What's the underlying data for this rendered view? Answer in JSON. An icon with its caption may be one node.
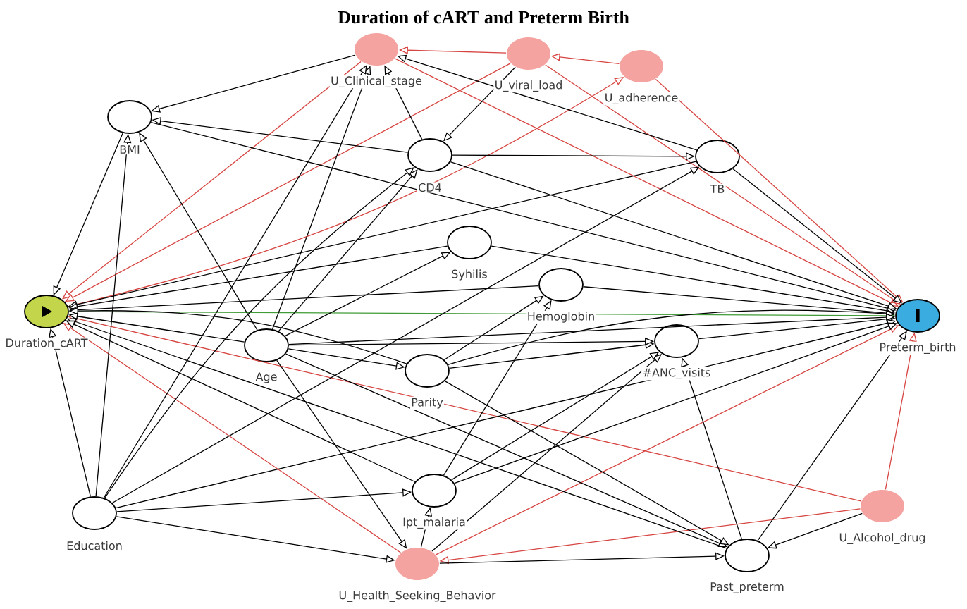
{
  "diagram": {
    "title": "Duration of cART and Preterm Birth",
    "nodes": [
      {
        "text": [],
        "shape": "ellipse",
        "beside": [
          "Duration_cART"
        ]
      },
      {
        "text": [],
        "shape": "ellipse",
        "beside": [
          "Preterm_birth"
        ]
      },
      {
        "text": [],
        "shape": "ellipse",
        "beside": [
          "U_Clinical_stage"
        ]
      },
      {
        "text": [],
        "shape": "ellipse",
        "beside": [
          "U_viral_load"
        ]
      },
      {
        "text": [],
        "shape": "ellipse",
        "beside": [
          "U_adherence"
        ]
      },
      {
        "text": [],
        "shape": "ellipse",
        "beside": [
          "BMI"
        ]
      },
      {
        "text": [],
        "shape": "ellipse",
        "beside": [
          "CD4"
        ]
      },
      {
        "text": [],
        "shape": "ellipse",
        "beside": [
          "TB"
        ]
      },
      {
        "text": [],
        "shape": "ellipse",
        "beside": [
          "Syhilis"
        ]
      },
      {
        "text": [],
        "shape": "ellipse",
        "beside": [
          "Hemoglobin"
        ]
      },
      {
        "text": [],
        "shape": "ellipse",
        "beside": [
          "Age"
        ]
      },
      {
        "text": [],
        "shape": "ellipse",
        "beside": [
          "Parity"
        ]
      },
      {
        "text": [],
        "shape": "ellipse",
        "beside": [
          "#ANC_visits"
        ]
      },
      {
        "text": [],
        "shape": "ellipse",
        "beside": [
          "Education"
        ]
      },
      {
        "text": [],
        "shape": "ellipse",
        "beside": [
          "Ipt_malaria"
        ]
      },
      {
        "text": [],
        "shape": "ellipse",
        "beside": [
          "U_Health_Seeking_Behavior"
        ]
      },
      {
        "text": [],
        "shape": "ellipse",
        "beside": [
          "Past_preterm"
        ]
      },
      {
        "text": [],
        "shape": "ellipse",
        "beside": [
          "U_Alcohol_drug"
        ]
      }
    ],
    "edges": [
      {
        "from": 0,
        "to": 1,
        "arrow": "to",
        "color": "#3f9b35"
      },
      {
        "from": 2,
        "to": 0,
        "arrow": "to",
        "color": "#d64541"
      },
      {
        "from": 3,
        "to": 0,
        "arrow": "to",
        "color": "#d64541"
      },
      {
        "from": 0,
        "to": 4,
        "arrow": "to",
        "color": "#d64541"
      },
      {
        "from": 3,
        "to": 2,
        "arrow": "to",
        "color": "#d64541"
      },
      {
        "from": 4,
        "to": 3,
        "arrow": "to",
        "color": "#d64541"
      },
      {
        "from": 2,
        "to": 1,
        "arrow": "to",
        "color": "#d64541"
      },
      {
        "from": 3,
        "to": 1,
        "arrow": "to",
        "color": "#d64541"
      },
      {
        "from": 4,
        "to": 1,
        "arrow": "to",
        "color": "#d64541"
      },
      {
        "from": 15,
        "to": 0,
        "arrow": "to",
        "color": "#d64541"
      },
      {
        "from": 15,
        "to": 1,
        "arrow": "to",
        "color": "#d64541"
      },
      {
        "from": 17,
        "to": 0,
        "arrow": "to",
        "color": "#d64541"
      },
      {
        "from": 17,
        "to": 1,
        "arrow": "to",
        "color": "#d64541"
      },
      {
        "from": 17,
        "to": 15,
        "arrow": "to",
        "color": "#d64541"
      },
      {
        "from": 2,
        "to": 5,
        "arrow": "to"
      },
      {
        "from": 5,
        "to": 0,
        "arrow": "to"
      },
      {
        "from": 13,
        "to": 5,
        "arrow": "to"
      },
      {
        "from": 10,
        "to": 5,
        "arrow": "to"
      },
      {
        "from": 6,
        "to": 5,
        "arrow": "to"
      },
      {
        "from": 5,
        "to": 1,
        "arrow": "to"
      },
      {
        "from": 10,
        "to": 2,
        "arrow": "to"
      },
      {
        "from": 13,
        "to": 2,
        "arrow": "to"
      },
      {
        "from": 6,
        "to": 2,
        "arrow": "to"
      },
      {
        "from": 7,
        "to": 2,
        "arrow": "to"
      },
      {
        "from": 3,
        "to": 6,
        "arrow": "to"
      },
      {
        "from": 6,
        "to": 7,
        "arrow": "to"
      },
      {
        "from": 6,
        "to": 1,
        "arrow": "to"
      },
      {
        "from": 7,
        "to": 1,
        "arrow": "to"
      },
      {
        "from": 10,
        "to": 6,
        "arrow": "to"
      },
      {
        "from": 13,
        "to": 6,
        "arrow": "to"
      },
      {
        "from": 10,
        "to": 8,
        "arrow": "to"
      },
      {
        "from": 7,
        "to": 0,
        "arrow": "to"
      },
      {
        "from": 13,
        "to": 7,
        "arrow": "to"
      },
      {
        "from": 8,
        "to": 0,
        "arrow": "to"
      },
      {
        "from": 8,
        "to": 1,
        "arrow": "to"
      },
      {
        "from": 9,
        "to": 0,
        "arrow": "to"
      },
      {
        "from": 9,
        "to": 1,
        "arrow": "to"
      },
      {
        "from": 11,
        "to": 9,
        "arrow": "to"
      },
      {
        "from": 14,
        "to": 9,
        "arrow": "to"
      },
      {
        "from": 10,
        "to": 11,
        "arrow": "to"
      },
      {
        "from": 11,
        "to": 12,
        "arrow": "to"
      },
      {
        "from": 10,
        "to": 12,
        "arrow": "to"
      },
      {
        "from": 15,
        "to": 12,
        "arrow": "to"
      },
      {
        "from": 14,
        "to": 12,
        "arrow": "to"
      },
      {
        "from": 16,
        "to": 12,
        "arrow": "to"
      },
      {
        "from": 12,
        "to": 1,
        "arrow": "to"
      },
      {
        "from": 11,
        "to": 0,
        "arrow": "to"
      },
      {
        "from": 11,
        "to": 1,
        "arrow": "to"
      },
      {
        "from": 10,
        "to": 0,
        "arrow": "to"
      },
      {
        "from": 10,
        "to": 1,
        "arrow": "to"
      },
      {
        "from": 13,
        "to": 0,
        "arrow": "to"
      },
      {
        "from": 13,
        "to": 1,
        "arrow": "to"
      },
      {
        "from": 13,
        "to": 14,
        "arrow": "to"
      },
      {
        "from": 14,
        "to": 1,
        "arrow": "to"
      },
      {
        "from": 16,
        "to": 1,
        "arrow": "to"
      },
      {
        "from": 16,
        "to": 0,
        "arrow": "to"
      },
      {
        "from": 10,
        "to": 16,
        "arrow": "to"
      },
      {
        "from": 11,
        "to": 16,
        "arrow": "to"
      },
      {
        "from": 15,
        "to": 16,
        "arrow": "to"
      },
      {
        "from": 10,
        "to": 15,
        "arrow": "to"
      },
      {
        "from": 13,
        "to": 15,
        "arrow": "to"
      },
      {
        "from": 17,
        "to": 16,
        "arrow": "to"
      },
      {
        "from": 15,
        "to": 14,
        "arrow": "to"
      },
      {
        "from": 14,
        "to": 0,
        "arrow": "to"
      }
    ]
  }
}
